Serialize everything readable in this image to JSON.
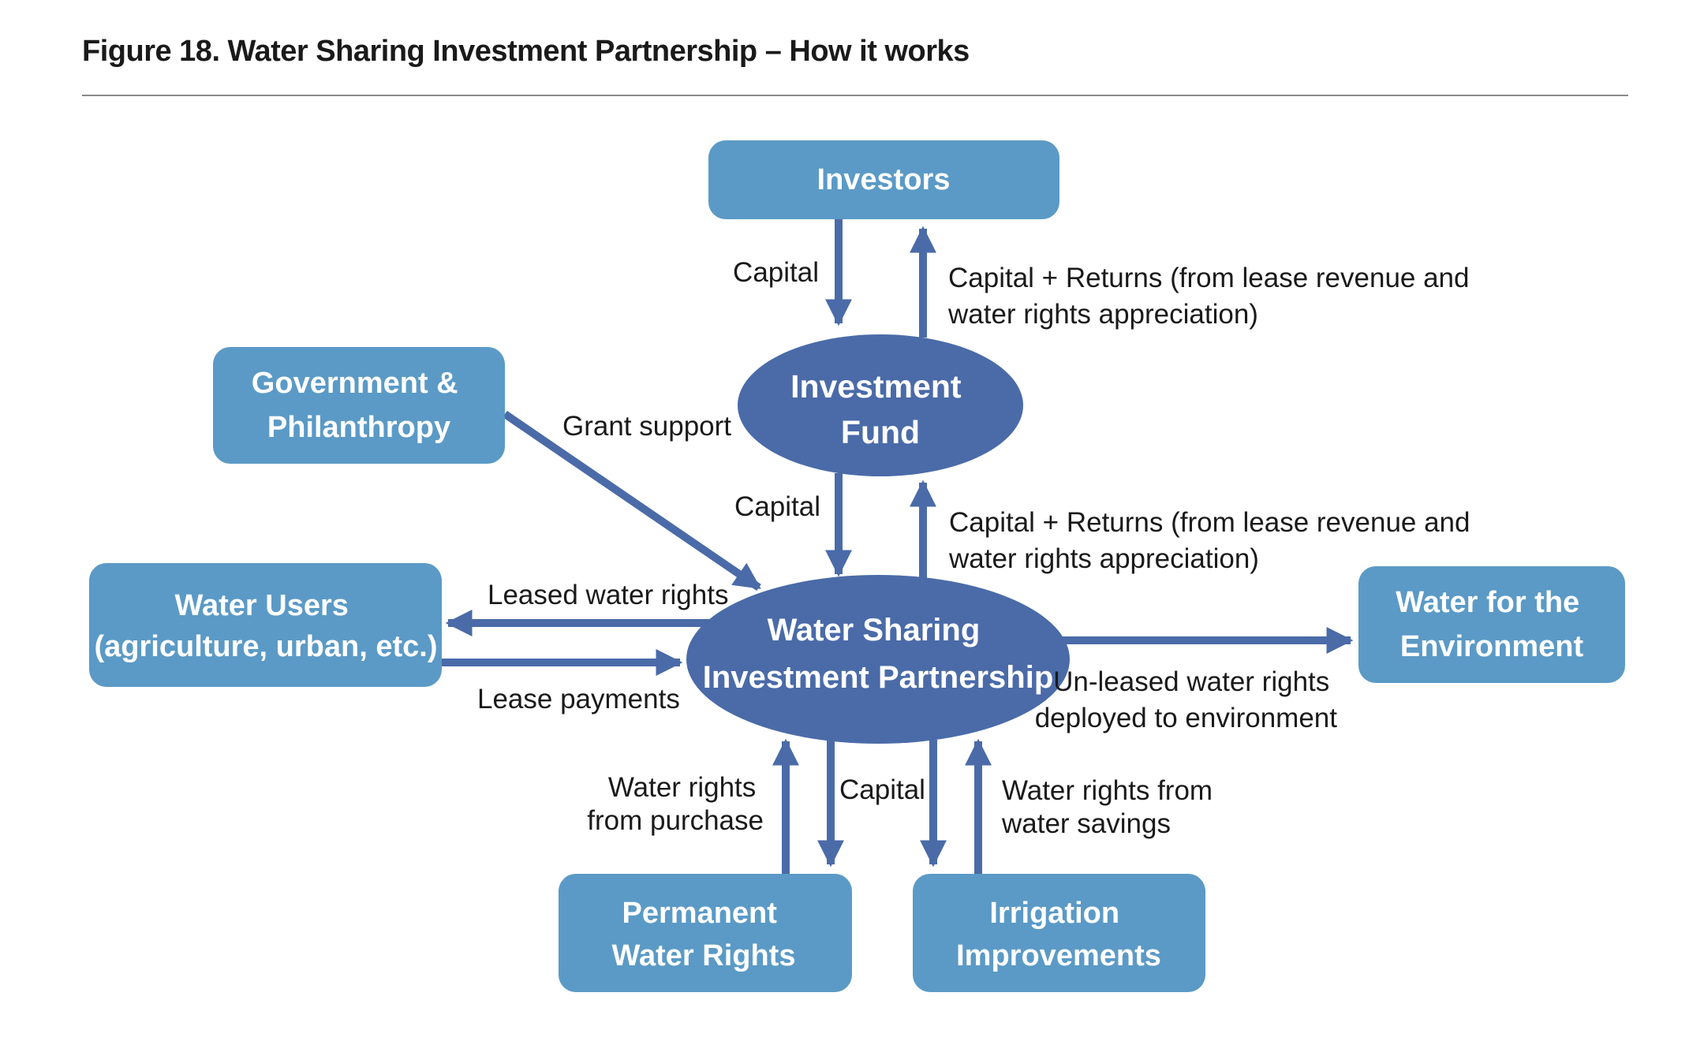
{
  "title": "Figure 18. Water Sharing Investment Partnership – How it works",
  "colors": {
    "box": "#5b9ac6",
    "ellipse": "#4a6ba8",
    "arrow": "#4a6ba8",
    "rule": "#8a8a8a"
  },
  "nodes": {
    "investors": {
      "lines": [
        "Investors"
      ]
    },
    "gov": {
      "lines": [
        "Government &",
        "Philanthropy"
      ]
    },
    "fund": {
      "lines": [
        "Investment",
        "Fund"
      ]
    },
    "users": {
      "lines": [
        "Water Users",
        "(agriculture, urban, etc.)"
      ]
    },
    "wsip": {
      "lines": [
        "Water Sharing",
        "Investment Partnership"
      ]
    },
    "env": {
      "lines": [
        "Water for the",
        "Environment"
      ]
    },
    "perm": {
      "lines": [
        "Permanent",
        "Water Rights"
      ]
    },
    "irr": {
      "lines": [
        "Irrigation",
        "Improvements"
      ]
    }
  },
  "edges": {
    "inv_fund": {
      "lines": [
        "Capital"
      ]
    },
    "fund_inv": {
      "lines": [
        "Capital + Returns (from lease revenue and",
        "water rights appreciation)"
      ]
    },
    "gov_wsip": {
      "lines": [
        "Grant support"
      ]
    },
    "fund_wsip": {
      "lines": [
        "Capital"
      ]
    },
    "wsip_fund": {
      "lines": [
        "Capital + Returns (from lease revenue and",
        "water rights appreciation)"
      ]
    },
    "wsip_users": {
      "lines": [
        "Leased water rights"
      ]
    },
    "users_wsip": {
      "lines": [
        "Lease payments"
      ]
    },
    "wsip_env": {
      "lines": [
        "Un-leased water rights",
        "deployed to environment"
      ]
    },
    "perm_wsip": {
      "lines": [
        "Water rights",
        "from purchase"
      ]
    },
    "wsip_down": {
      "lines": [
        "Capital"
      ]
    },
    "irr_wsip": {
      "lines": [
        "Water rights from",
        "water savings"
      ]
    }
  }
}
